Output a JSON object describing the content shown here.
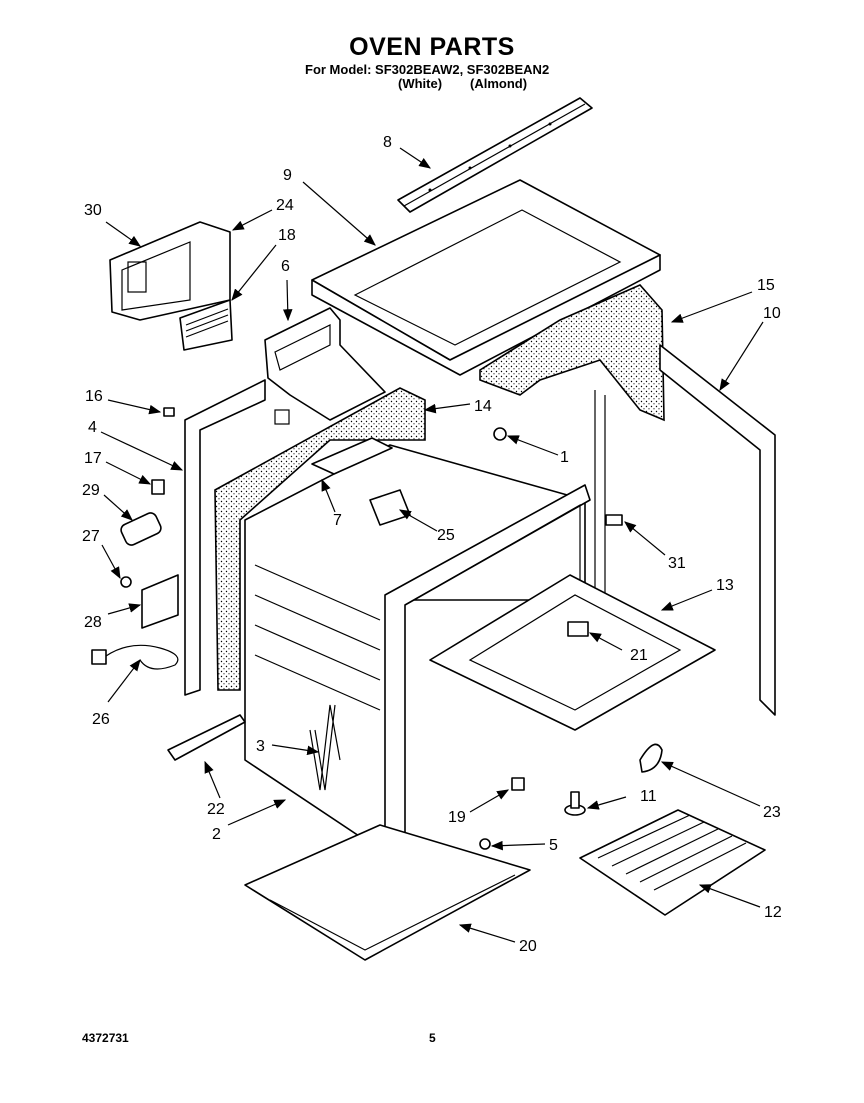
{
  "title": "OVEN PARTS",
  "model_line": "For Model: SF302BEAW2, SF302BEAN2",
  "color_white": "(White)",
  "color_almond": "(Almond)",
  "footer_left": "4372731",
  "footer_page": "5",
  "callouts": [
    "1",
    "2",
    "3",
    "4",
    "5",
    "6",
    "7",
    "8",
    "9",
    "10",
    "11",
    "12",
    "13",
    "14",
    "15",
    "16",
    "17",
    "18",
    "19",
    "20",
    "21",
    "22",
    "23",
    "24",
    "25",
    "26",
    "27",
    "28",
    "29",
    "30",
    "31"
  ]
}
